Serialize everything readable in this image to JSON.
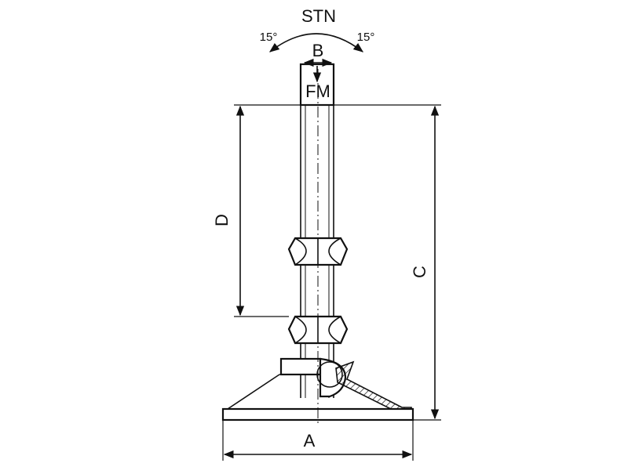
{
  "labels": {
    "stn": "STN",
    "angle_left": "15°",
    "angle_right": "15°",
    "b": "B",
    "fm": "FM",
    "a": "A",
    "c": "C",
    "d": "D"
  }
}
